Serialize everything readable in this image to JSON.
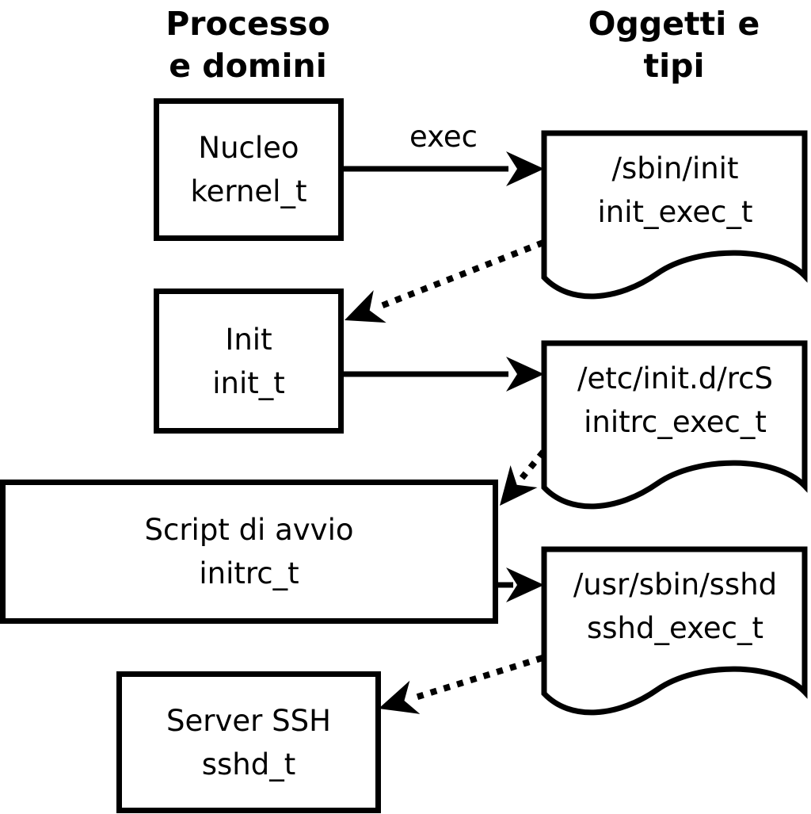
{
  "colors": {
    "ink": "#000000",
    "background": "#ffffff"
  },
  "column_headers": {
    "left": {
      "line1": "Processo",
      "line2": "e domini"
    },
    "right": {
      "line1": "Oggetti e",
      "line2": "tipi"
    }
  },
  "arrow_labels": {
    "exec": "exec"
  },
  "processes": [
    {
      "name": "Nucleo",
      "type": "kernel_t"
    },
    {
      "name": "Init",
      "type": "init_t"
    },
    {
      "name": "Script di avvio",
      "type": "initrc_t"
    },
    {
      "name": "Server SSH",
      "type": "sshd_t"
    }
  ],
  "objects": [
    {
      "path": "/sbin/init",
      "type": "init_exec_t"
    },
    {
      "path": "/etc/init.d/rcS",
      "type": "initrc_exec_t"
    },
    {
      "path": "/usr/sbin/sshd",
      "type": "sshd_exec_t"
    }
  ]
}
